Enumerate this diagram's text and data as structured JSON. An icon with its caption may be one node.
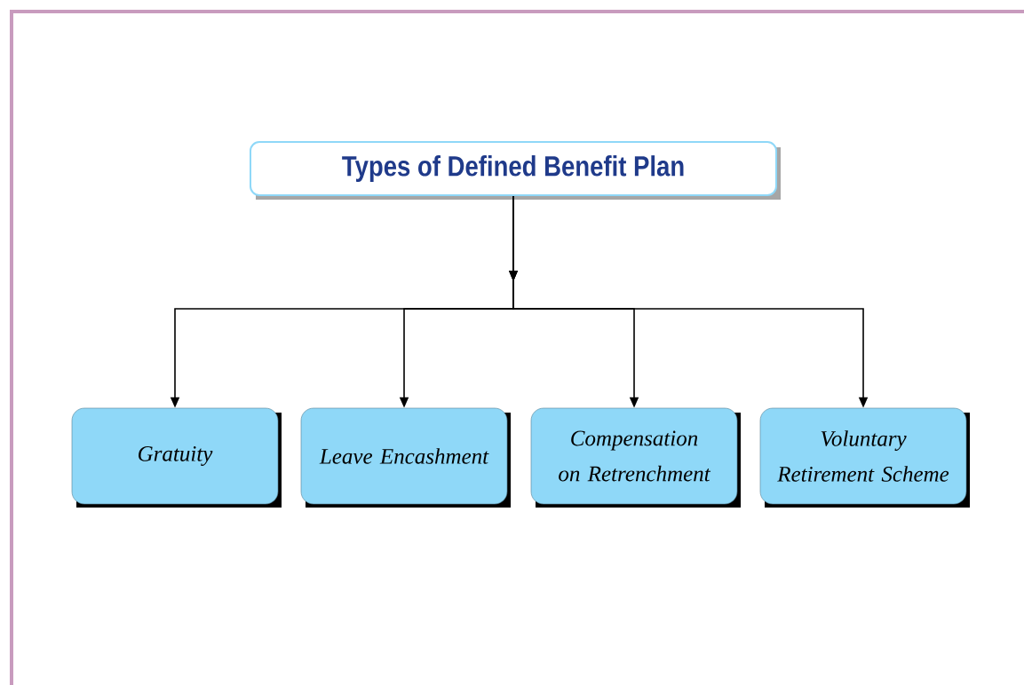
{
  "diagram": {
    "nodes": [
      {
        "text": [
          "Types of Defined Benefit Plan"
        ]
      },
      {
        "text": [
          "Gratuity"
        ]
      },
      {
        "text": [
          "Leave Encashment"
        ]
      },
      {
        "text": [
          "Compensation on Retrenchment"
        ]
      },
      {
        "text": [
          "Voluntary Retirement Scheme"
        ]
      }
    ],
    "edges": [
      {
        "from": 0,
        "to": 1,
        "arrow": "to"
      },
      {
        "from": 0,
        "to": 2,
        "arrow": "to"
      },
      {
        "from": 0,
        "to": 3,
        "arrow": "to"
      },
      {
        "from": 0,
        "to": 4,
        "arrow": "to"
      }
    ]
  }
}
